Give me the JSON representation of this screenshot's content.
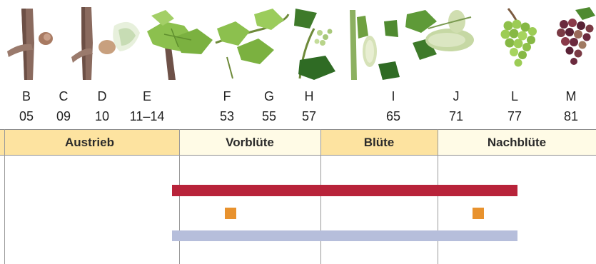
{
  "stages": [
    {
      "letter": "B",
      "code": "05"
    },
    {
      "letter": "C",
      "code": "09"
    },
    {
      "letter": "D",
      "code": "10"
    },
    {
      "letter": "E",
      "code": "11–14"
    },
    {
      "letter": "F",
      "code": "53"
    },
    {
      "letter": "G",
      "code": "55"
    },
    {
      "letter": "H",
      "code": "57"
    },
    {
      "letter": "I",
      "code": "65"
    },
    {
      "letter": "J",
      "code": "71"
    },
    {
      "letter": "L",
      "code": "77"
    },
    {
      "letter": "M",
      "code": "81"
    }
  ],
  "phases": [
    {
      "label": "Austrieb",
      "color": "#fde3a0"
    },
    {
      "label": "Vorblüte",
      "color": "#fffbe6"
    },
    {
      "label": "Blüte",
      "color": "#fde3a0"
    },
    {
      "label": "Nachblüte",
      "color": "#fffbe6"
    }
  ],
  "colors": {
    "red_bar": "#b8233a",
    "blue_bar": "#b6bedb",
    "marker": "#e8922e"
  }
}
